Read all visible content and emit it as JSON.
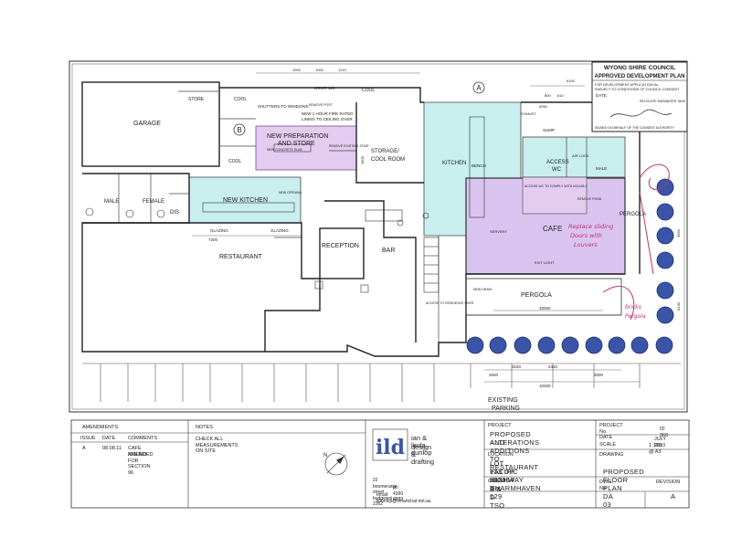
{
  "council": {
    "name": "WYONG SHIRE COUNCIL",
    "title": "APPROVED DEVELOPMENT PLAN",
    "line1": "FOR DEVELOPMENT APPLICATION No.",
    "line2": "SUBJECT TO CONDITIONS OF COUNCIL CONSENT",
    "date_label": "DATE:",
    "signed": "SIGNED ON BEHALF OF THE CONSENT AUTHORITY",
    "relocate_note": "RELOCATE RAINWATER TANK"
  },
  "rooms": {
    "garage": "GARAGE",
    "store": "STORE",
    "cool_top": "COOL",
    "cool_right": "COOL",
    "cool_left": "COOL",
    "staff_wc": "STAFF WC",
    "new_prep": "NEW PREPARATION",
    "and_store": "AND STORE",
    "storage": "STORAGE/",
    "cool_room": "COOL ROOM",
    "kitchen": "KITCHEN",
    "bench": "BENCH",
    "access_wc": "ACCESS",
    "wc": "WC",
    "male": "MALE",
    "female": "FEMALE",
    "dis": "DIS",
    "new_kitchen": "NEW KITCHEN",
    "restaurant": "RESTAURANT",
    "reception": "RECEPTION",
    "bar": "BAR",
    "cafe": "CAFE",
    "pergola": "PERGOLA",
    "pergola_right": "PERGOLA",
    "existing": "EXISTING",
    "parking": "PARKING",
    "sump": "SUMP",
    "air_lock": "AIR LOCK",
    "male_wc": "MALE",
    "servery": "SERVERY",
    "glazing1": "GLAZING",
    "glazing2": "GLAZING",
    "exit_light": "EXIT LIGHT"
  },
  "notes_on_plan": {
    "fire_rated": "NEW 1 HOUR FIRE RATED",
    "lining": "LINING TO CEILING OVER",
    "shutters": "SHUTTERS TO WINDOWS",
    "remove_post": "REMOVE POST",
    "new_slab": "NEW CONCRETE SLAB",
    "remove_stair": "REMOVE EXISTING STAIR",
    "new_opening": "NEW OPENING",
    "access_comply": "ACCESS WC TO COMPLY WITH AS1428.1",
    "remove_pond": "REMOVE POND",
    "access_residence": "ACCESS TO RESIDENCE OVER",
    "new_drain": "NEW DRAIN",
    "exhaust": "EXHAUST"
  },
  "dimensions": {
    "grid_a": "A",
    "grid_b": "B",
    "d7200": "7200",
    "d10000": "10000",
    "d10300": "10300",
    "d3150": "3150",
    "d2410": "2410",
    "d2840": "2840",
    "d3000": "3000",
    "d1900": "1900",
    "d1210": "1210",
    "d1000": "1000",
    "d3400": "3400",
    "d6100": "6100",
    "d5950": "5950",
    "d3950": "3950",
    "d8130": "8130",
    "d800": "800",
    "d610": "610"
  },
  "annotations": {
    "replace1": "Replace sliding",
    "replace2": "Doors with",
    "replace3": "Louvers",
    "bricks1": "bricks",
    "bricks2": "Pergola"
  },
  "title_block": {
    "amendments": "AMENDMENTS",
    "issue_h": "ISSUE",
    "date_h": "DATE",
    "comments_h": "COMMENTS",
    "issue_a": "A",
    "date_a": "08.08.11",
    "comment_a1": "CAFE AMENDED",
    "comment_a2": "ISSUED FOR SECTION 96",
    "notes_h": "NOTES",
    "notes_text": "CHECK ALL MEASUREMENTS ON SITE",
    "firm1": "ian & linda dunlop",
    "firm2": "design & drafting",
    "addr1": "22 boomerang street budgewoi 2262",
    "addr2": "ph: 4390 8889",
    "addr3": "email: ildunlop@smartchat.net.au",
    "project_h": "PROJECT",
    "project1": "PROPOSED ALTERATIONS",
    "project2": "AND ADDITIONS TO RESTAURANT",
    "location_h": "LOCATION",
    "location1": "LOT 123 DP 833314 No. 129",
    "location2": "PACIFIC HIGHWAY CHARMHAVEN",
    "client_h": "CLIENT",
    "client": "B & D TSO",
    "project_no_h": "PROJECT No.",
    "project_no": "ID 360",
    "date2_h": "DATE",
    "date2": "JULY 2010",
    "scale_h": "SCALE",
    "scale": "1:100 @ A3",
    "drawing_h": "DRAWING",
    "drawing": "PROPOSED FLOOR PLAN",
    "dwg_h": "DWG. No.",
    "dwg": "DA 03",
    "rev_h": "REVISION",
    "rev": "A",
    "logo_letters": "ild"
  },
  "north": "N",
  "colors": {
    "prep": "#e3ccef",
    "cafe": "#d9c4ef",
    "kitchen": "#c8eeee",
    "ink": "#222222",
    "pen": "#c0306a",
    "tree": "#3a55a8"
  }
}
